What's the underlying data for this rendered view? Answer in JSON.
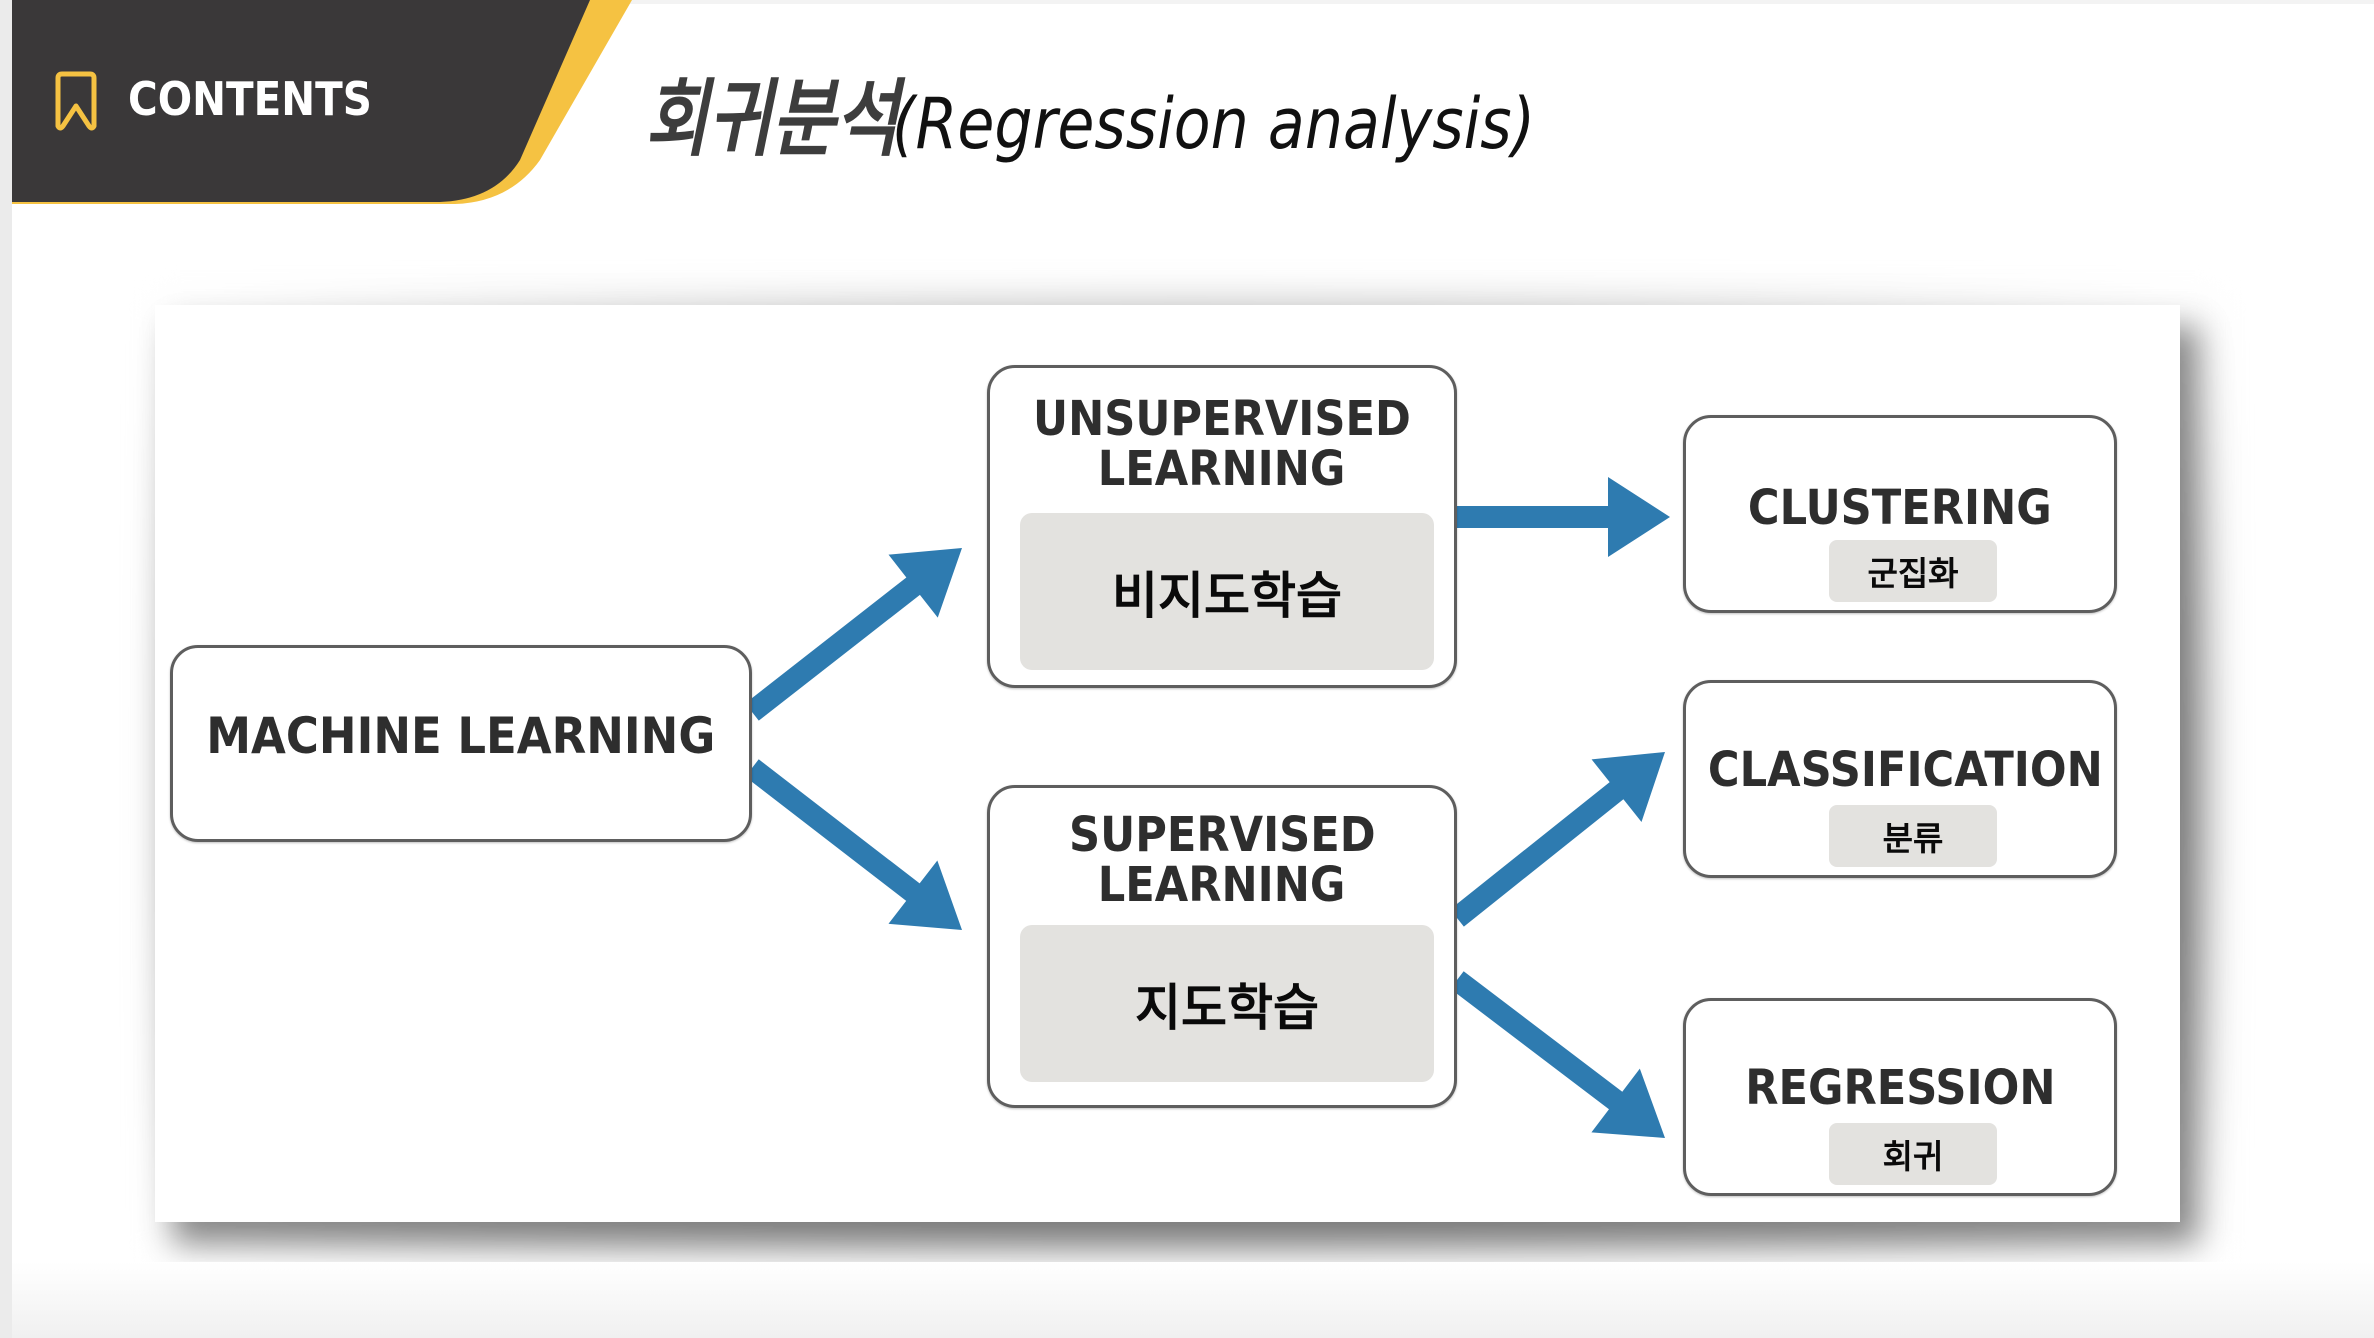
{
  "header": {
    "section_label": "CONTENTS",
    "section_icon": "bookmark-icon",
    "colors": {
      "header_bg": "#3a3839",
      "accent": "#f5c242"
    }
  },
  "title": {
    "korean": "회귀분석",
    "english": "(Regression analysis)"
  },
  "diagram": {
    "arrow_color": "#2e7bb0",
    "nodes": {
      "machine_learning": {
        "label": "MACHINE LEARNING"
      },
      "unsupervised": {
        "label_line1": "UNSUPERVISED",
        "label_line2": "LEARNING",
        "korean": "비지도학습"
      },
      "supervised": {
        "label_line1": "SUPERVISED",
        "label_line2": "LEARNING",
        "korean": "지도학습"
      },
      "clustering": {
        "label": "CLUSTERING",
        "korean": "군집화"
      },
      "classification": {
        "label": "CLASSIFICATION",
        "korean": "분류"
      },
      "regression": {
        "label": "REGRESSION",
        "korean": "회귀"
      }
    },
    "edges": [
      {
        "from": "machine_learning",
        "to": "unsupervised"
      },
      {
        "from": "machine_learning",
        "to": "supervised"
      },
      {
        "from": "unsupervised",
        "to": "clustering"
      },
      {
        "from": "supervised",
        "to": "classification"
      },
      {
        "from": "supervised",
        "to": "regression"
      }
    ]
  }
}
